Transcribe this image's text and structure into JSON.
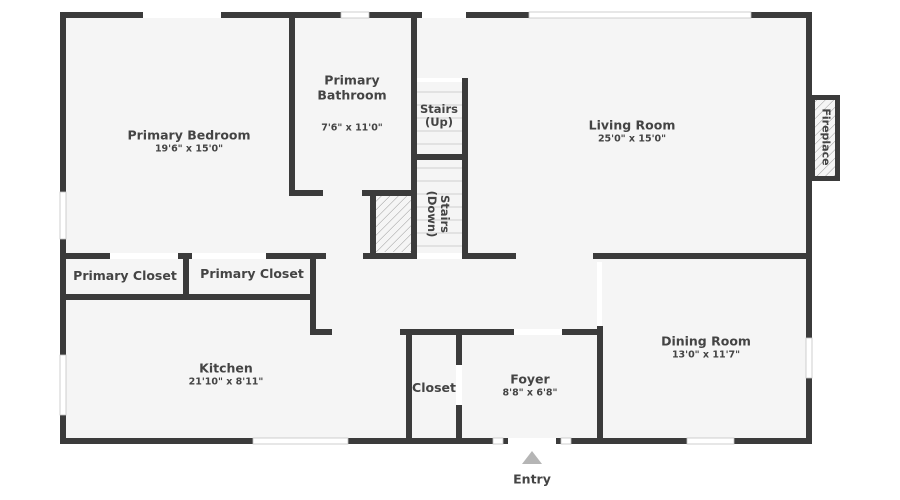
{
  "floorplan": {
    "colors": {
      "wall": "#3b3b3b",
      "floor": "#f5f5f5",
      "text": "#444444",
      "entry_arrow": "#b5b5b5"
    },
    "rooms": [
      {
        "id": "primary-bedroom",
        "name": "Primary Bedroom",
        "dims": "19'6\" x 15'0\""
      },
      {
        "id": "primary-bathroom",
        "name": "Primary\nBathroom",
        "dims": "7'6\" x 11'0\""
      },
      {
        "id": "living-room",
        "name": "Living Room",
        "dims": "25'0\" x 15'0\""
      },
      {
        "id": "kitchen",
        "name": "Kitchen",
        "dims": "21'10\" x 8'11\""
      },
      {
        "id": "foyer",
        "name": "Foyer",
        "dims": "8'8\" x 6'8\""
      },
      {
        "id": "dining-room",
        "name": "Dining Room",
        "dims": "13'0\" x 11'7\""
      },
      {
        "id": "primary-closet-1",
        "name": "Primary Closet"
      },
      {
        "id": "primary-closet-2",
        "name": "Primary Closet"
      },
      {
        "id": "closet",
        "name": "Closet"
      }
    ],
    "features": {
      "stairs_up": "Stairs\n(Up)",
      "stairs_down": "Stairs\n(Down)",
      "fireplace": "Fireplace"
    },
    "entry": {
      "label": "Entry",
      "icon": "triangle-up-arrow"
    }
  }
}
